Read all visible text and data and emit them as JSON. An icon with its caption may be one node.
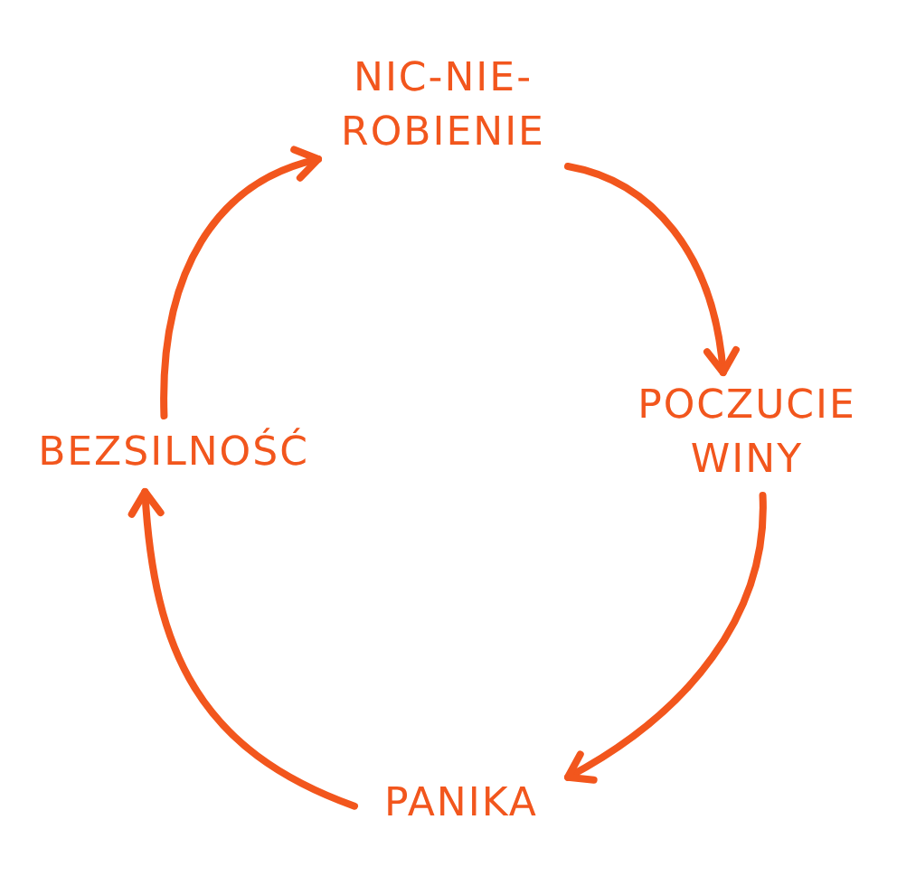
{
  "diagram": {
    "nodes": [
      {
        "text": [
          "NIC-NIE- ROBIENIE"
        ]
      },
      {
        "text": [
          "POCZUCIE WINY"
        ]
      },
      {
        "text": [
          "PANIKA"
        ]
      },
      {
        "text": [
          "BEZSILNOŚĆ"
        ]
      }
    ],
    "edges": [
      {
        "from": 0,
        "to": 1,
        "arrow": "to"
      },
      {
        "from": 1,
        "to": 2,
        "arrow": "to"
      },
      {
        "from": 2,
        "to": 3,
        "arrow": "to"
      },
      {
        "from": 3,
        "to": 0,
        "arrow": "to"
      }
    ]
  }
}
